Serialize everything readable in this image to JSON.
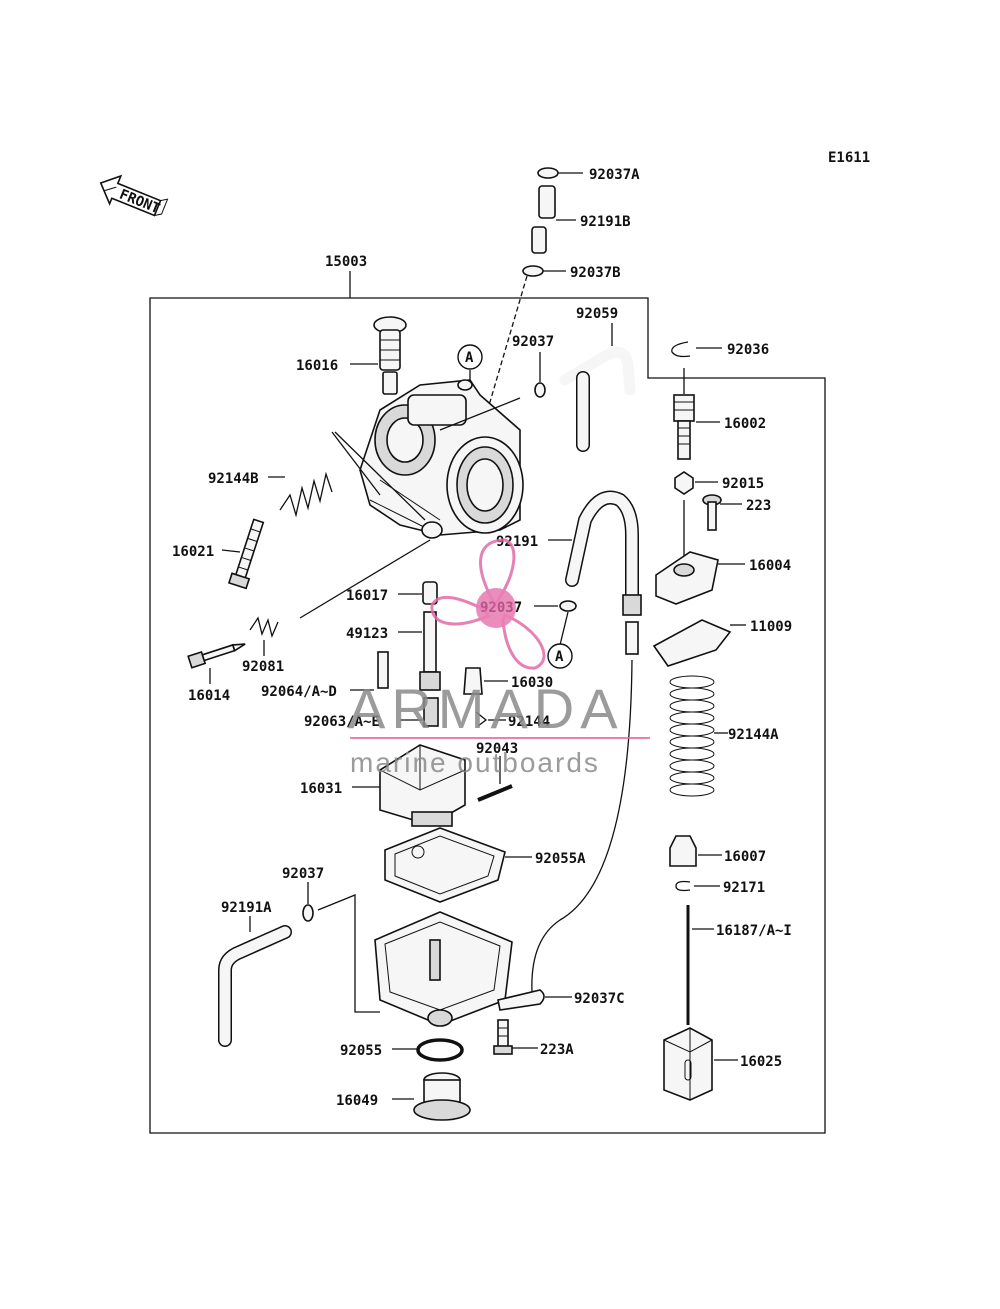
{
  "diagram": {
    "code": "E1611",
    "front_label": "FRONT",
    "callout_letter": "A",
    "watermark": {
      "brand": "ARMADA",
      "tagline": "marine outboards",
      "accent_color": "#e36aa8",
      "text_color": "#8a8a8a"
    },
    "labels": {
      "p92037A": "92037A",
      "p92191B": "92191B",
      "p92037B": "92037B",
      "p15003": "15003",
      "p92059": "92059",
      "p92037_top": "92037",
      "p92036": "92036",
      "p16016": "16016",
      "p16002": "16002",
      "p92144B": "92144B",
      "p92015": "92015",
      "p223": "223",
      "p16021": "16021",
      "p92191": "92191",
      "p16004": "16004",
      "p16017": "16017",
      "p92037_mid": "92037",
      "p11009": "11009",
      "p49123": "49123",
      "p92081": "92081",
      "p16014": "16014",
      "p92064": "92064/A~D",
      "p16030": "16030",
      "p92063": "92063/A~E",
      "p92144": "92144",
      "p92144A": "92144A",
      "p92043": "92043",
      "p16031": "16031",
      "p92055A": "92055A",
      "p16007": "16007",
      "p92037_low": "92037",
      "p92171": "92171",
      "p92191A": "92191A",
      "p16187": "16187/A~I",
      "p92037C": "92037C",
      "p223A": "223A",
      "p92055": "92055",
      "p16025": "16025",
      "p16049": "16049"
    }
  }
}
